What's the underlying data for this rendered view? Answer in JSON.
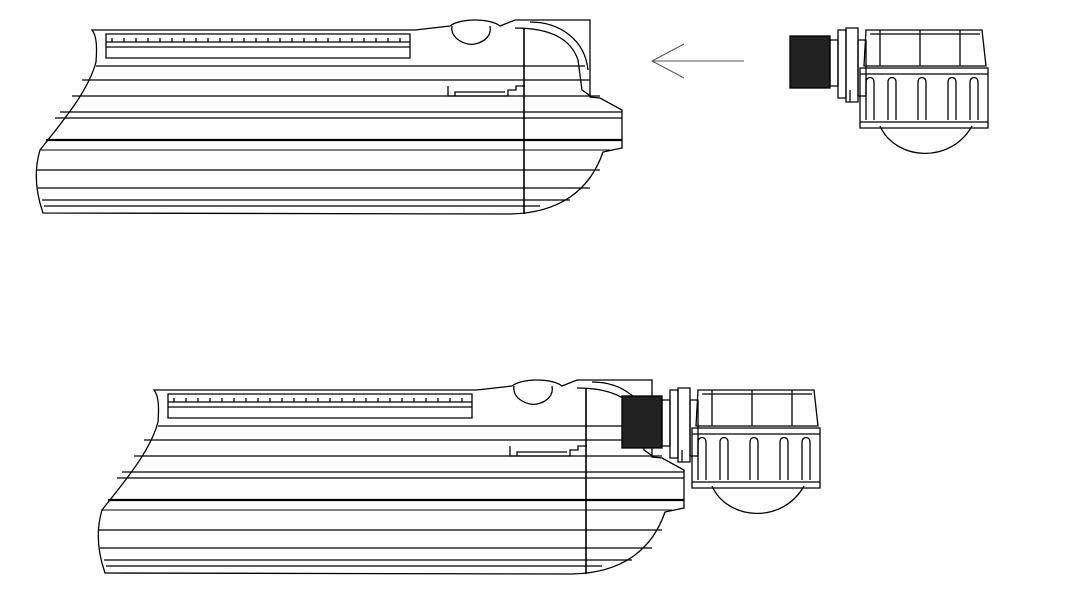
{
  "figure": {
    "background": "#ffffff",
    "line_color": "#000000",
    "arrow_color": "#555555",
    "thread_fill": "#222222",
    "panels": [
      {
        "id": "exploded-view",
        "sensor_attached": false,
        "has_direction_arrow": true
      },
      {
        "id": "assembled-view",
        "sensor_attached": true,
        "has_direction_arrow": false
      }
    ],
    "direction_arrow": {
      "direction": "left",
      "icon": "arrow-left-icon"
    }
  }
}
